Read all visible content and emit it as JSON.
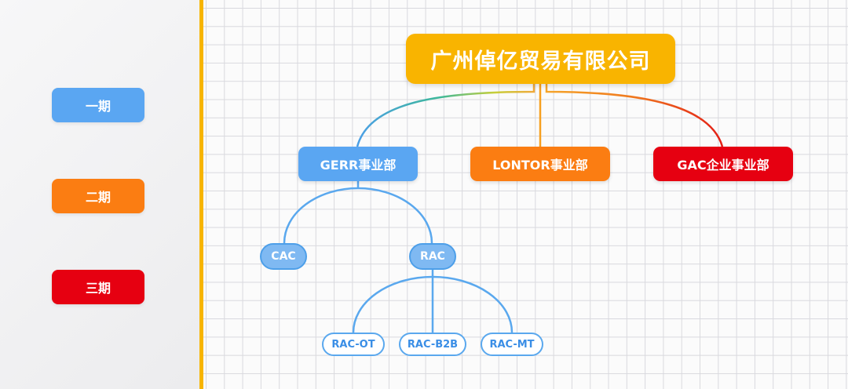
{
  "legend": [
    {
      "label": "一期",
      "color": "#5aa6f2"
    },
    {
      "label": "二期",
      "color": "#fb7d12"
    },
    {
      "label": "三期",
      "color": "#e60011"
    }
  ],
  "diagram": {
    "root": {
      "label": "广州倬亿贸易有限公司",
      "color": "#f9b400"
    },
    "level1": [
      {
        "label": "GERR事业部",
        "color": "#5aa6f2"
      },
      {
        "label": "LONTOR事业部",
        "color": "#fb7d12"
      },
      {
        "label": "GAC企业事业部",
        "color": "#e60011"
      }
    ],
    "level2": [
      {
        "label": "CAC"
      },
      {
        "label": "RAC"
      }
    ],
    "level3": [
      {
        "label": "RAC-OT"
      },
      {
        "label": "RAC-B2B"
      },
      {
        "label": "RAC-MT"
      }
    ]
  }
}
